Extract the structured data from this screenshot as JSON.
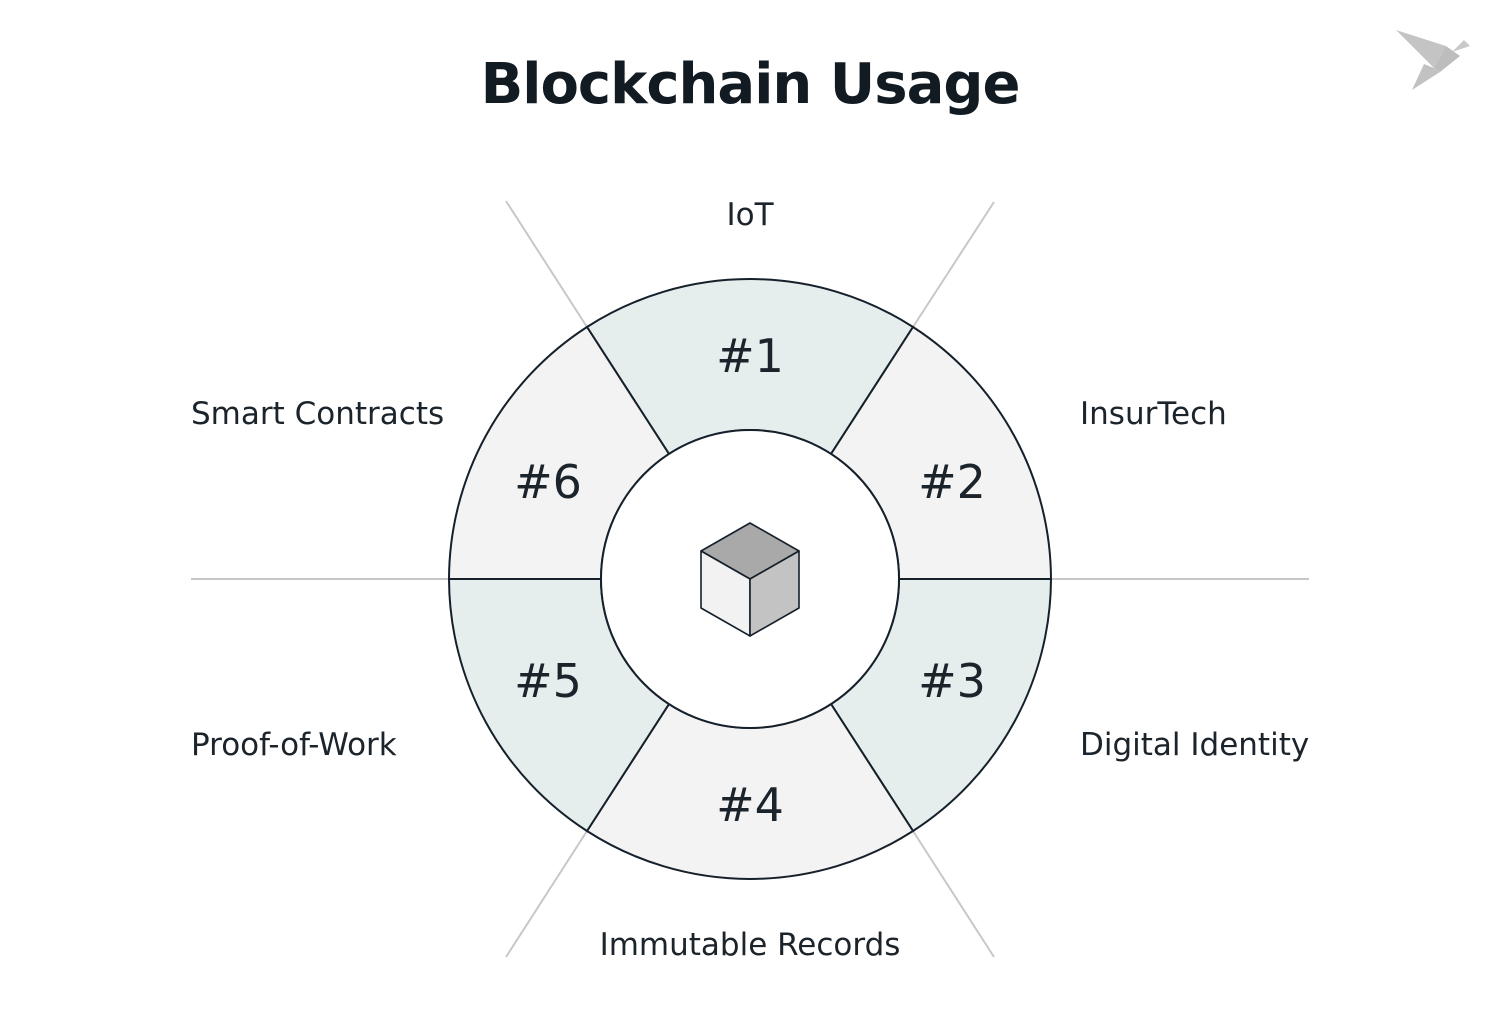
{
  "title": "Blockchain Usage",
  "logo": {
    "icon": "origami-bird-icon",
    "color": "#c4c4c4"
  },
  "colors": {
    "segment_teal": "#e5eded",
    "segment_grey": "#f3f3f3",
    "stroke": "#15202a",
    "guide_line": "#c8c8c8",
    "cube_top": "#a9a9a9",
    "cube_left": "#f2f2f2",
    "cube_right": "#c3c3c3"
  },
  "center_icon": "cube-icon",
  "segments": [
    {
      "rank": "#1",
      "label": "IoT",
      "fill": "teal"
    },
    {
      "rank": "#2",
      "label": "InsurTech",
      "fill": "grey"
    },
    {
      "rank": "#3",
      "label": "Digital Identity",
      "fill": "teal"
    },
    {
      "rank": "#4",
      "label": "Immutable Records",
      "fill": "grey"
    },
    {
      "rank": "#5",
      "label": "Proof-of-Work",
      "fill": "teal"
    },
    {
      "rank": "#6",
      "label": "Smart Contracts",
      "fill": "grey"
    }
  ]
}
